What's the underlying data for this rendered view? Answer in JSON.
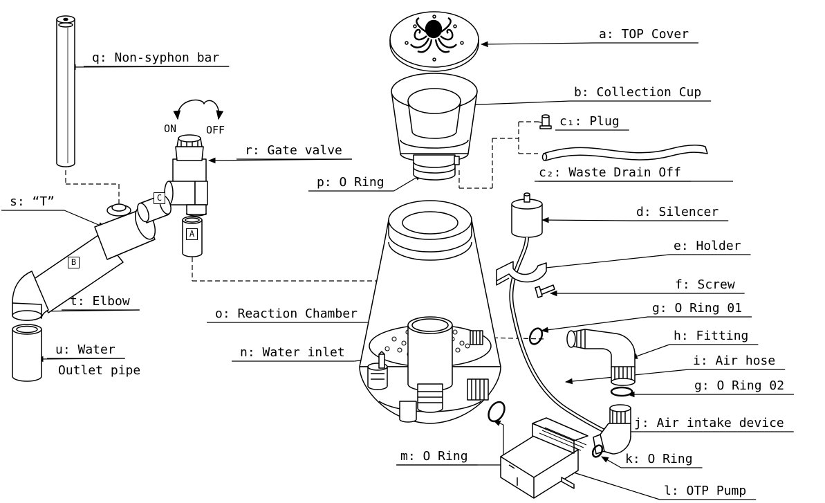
{
  "valve_dial": {
    "on": "ON",
    "off": "OFF"
  },
  "tags": {
    "a": "A",
    "b": "B",
    "c": "C"
  },
  "labels": {
    "a": "a: TOP Cover",
    "b": "b: Collection Cup",
    "c1": "c₁: Plug",
    "c2": "c₂: Waste Drain Off",
    "d": "d: Silencer",
    "e": "e: Holder",
    "f": "f: Screw",
    "g1": "g: O Ring 01",
    "h": "h: Fitting",
    "i": "i: Air hose",
    "g2": "g: O Ring 02",
    "j": "j: Air intake device",
    "k": "k: O Ring",
    "l": "l: OTP Pump",
    "m": "m: O Ring",
    "n": "n: Water inlet",
    "o": "o: Reaction Chamber",
    "p": "p: O Ring",
    "q": "q: Non-syphon bar",
    "r": "r: Gate valve",
    "s": "s:  “T”",
    "t": "t: Elbow",
    "u1": "u: Water",
    "u2": "Outlet pipe"
  }
}
